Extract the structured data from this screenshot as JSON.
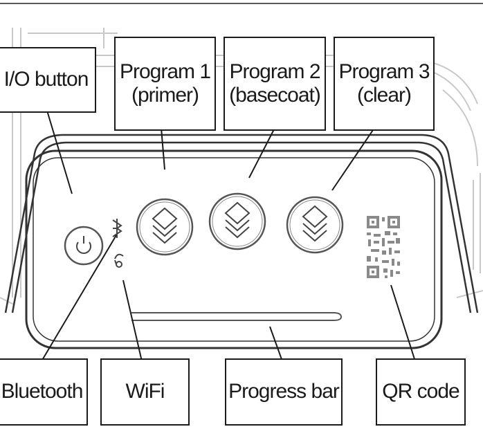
{
  "diagram": {
    "labels": {
      "io_button": "I/O button",
      "program1": {
        "line1": "Program 1",
        "line2": "(primer)"
      },
      "program2": {
        "line1": "Program 2",
        "line2": "(basecoat)"
      },
      "program3": {
        "line1": "Program 3",
        "line2": "(clear)"
      },
      "bluetooth": "Bluetooth",
      "wifi": "WiFi",
      "progress_bar": "Progress bar",
      "qr_code": "QR code"
    },
    "colors": {
      "line": "#1a1a1a",
      "panel_outline": "#333333",
      "button_ring": "#555555",
      "icon": "#444444",
      "background_sketch": "#c8c8c8"
    },
    "icons": [
      "power-icon",
      "bluetooth-icon",
      "wifi-icon",
      "layers-icon",
      "qr-code-icon"
    ]
  }
}
